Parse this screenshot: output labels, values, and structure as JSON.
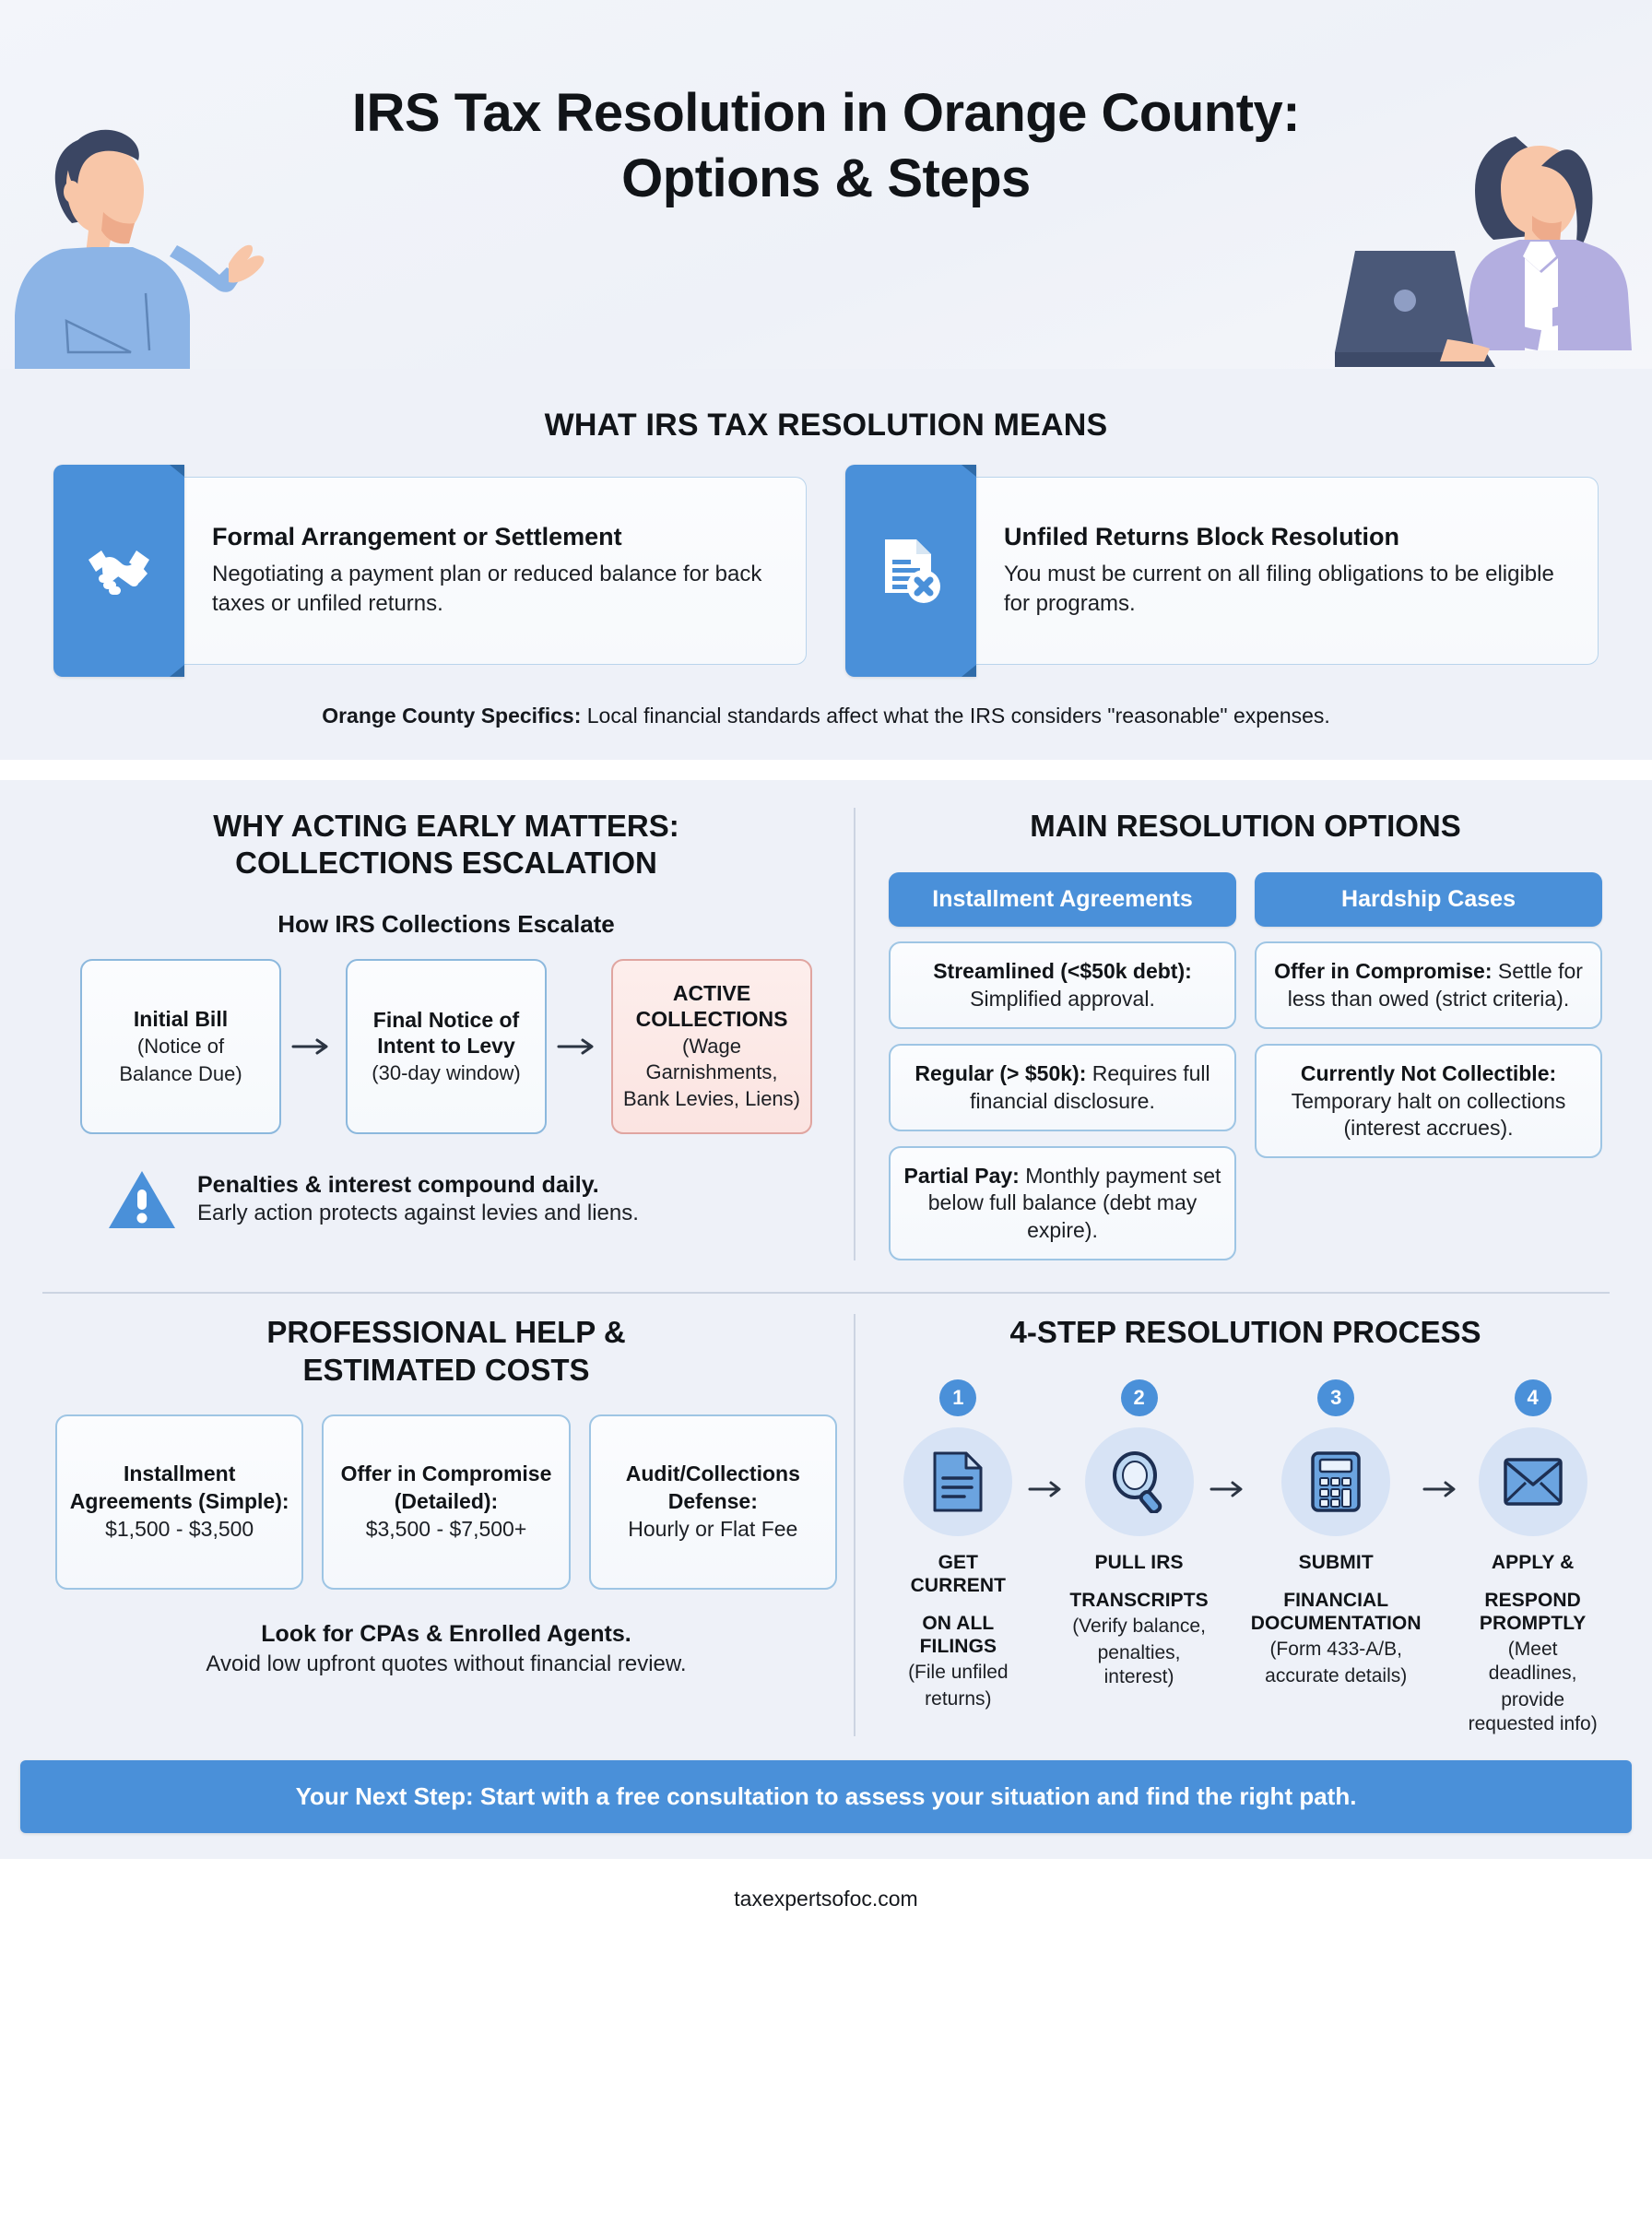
{
  "header": {
    "title_line1": "IRS Tax Resolution in Orange County:",
    "title_line2": "Options & Steps",
    "left_illustration": "man-pointing-illustration",
    "right_illustration": "woman-with-laptop-illustration"
  },
  "section_means": {
    "title": "WHAT IRS TAX RESOLUTION MEANS",
    "cards": [
      {
        "icon": "handshake-icon",
        "heading": "Formal Arrangement or Settlement",
        "body": "Negotiating a payment plan or reduced balance for back taxes or unfiled returns."
      },
      {
        "icon": "document-x-icon",
        "heading": "Unfiled Returns Block Resolution",
        "body": "You must be current on all filing obligations to be eligible for programs."
      }
    ],
    "note_bold": "Orange County Specifics:",
    "note_rest": " Local financial standards affect what the IRS considers \"reasonable\" expenses."
  },
  "section_early": {
    "title_line1": "WHY ACTING EARLY MATTERS:",
    "title_line2": "COLLECTIONS ESCALATION",
    "subtitle": "How IRS Collections Escalate",
    "flow": [
      {
        "bold": "Initial Bill",
        "sub_line1": "(Notice of",
        "sub_line2": "Balance Due)",
        "variant": "normal"
      },
      {
        "bold": "Final Notice of Intent to Levy",
        "sub_line1": "(30-day window)",
        "sub_line2": "",
        "variant": "normal"
      },
      {
        "bold": "ACTIVE COLLECTIONS",
        "sub_line1": "(Wage Garnishments,",
        "sub_line2": "Bank Levies, Liens)",
        "variant": "danger"
      }
    ],
    "warning_icon": "warning-triangle-icon",
    "warning_bold": "Penalties & interest compound daily.",
    "warning_text": "Early action protects against levies and liens."
  },
  "section_options": {
    "title": "MAIN RESOLUTION OPTIONS",
    "columns": [
      {
        "head": "Installment Agreements",
        "items": [
          {
            "bold": "Streamlined (<$50k debt):",
            "rest": " Simplified approval."
          },
          {
            "bold": "Regular (> $50k):",
            "rest": " Requires full financial disclosure."
          },
          {
            "bold": "Partial Pay:",
            "rest": " Monthly payment set below full balance (debt may expire)."
          }
        ]
      },
      {
        "head": "Hardship Cases",
        "items": [
          {
            "bold": "Offer in Compromise:",
            "rest": " Settle for less than owed (strict criteria)."
          },
          {
            "bold": "Currently Not Collectible:",
            "rest": " Temporary halt on collections (interest accrues)."
          }
        ]
      }
    ]
  },
  "section_costs": {
    "title_line1": "PROFESSIONAL HELP &",
    "title_line2": "ESTIMATED COSTS",
    "cards": [
      {
        "bold": "Installment Agreements (Simple):",
        "value": "$1,500 - $3,500"
      },
      {
        "bold": "Offer in Compromise (Detailed):",
        "value": "$3,500 - $7,500+"
      },
      {
        "bold": "Audit/Collections Defense:",
        "value": "Hourly or Flat Fee"
      }
    ],
    "note_bold": "Look for CPAs & Enrolled Agents.",
    "note_text": "Avoid low upfront quotes without financial review."
  },
  "section_process": {
    "title": "4-STEP RESOLUTION PROCESS",
    "steps": [
      {
        "num": "1",
        "icon": "document-icon",
        "label_line1": "GET CURRENT",
        "label_line2": "ON ALL FILINGS",
        "sub_line1": "(File unfiled",
        "sub_line2": "returns)"
      },
      {
        "num": "2",
        "icon": "magnifier-icon",
        "label_line1": "PULL IRS",
        "label_line2": "TRANSCRIPTS",
        "sub_line1": "(Verify balance,",
        "sub_line2": "penalties, interest)"
      },
      {
        "num": "3",
        "icon": "calculator-icon",
        "label_line1": "SUBMIT",
        "label_line2": "FINANCIAL DOCUMENTATION",
        "sub_line1": "(Form 433-A/B,",
        "sub_line2": "accurate details)"
      },
      {
        "num": "4",
        "icon": "envelope-icon",
        "label_line1": "APPLY &",
        "label_line2": "RESPOND PROMPTLY",
        "sub_line1": "(Meet deadlines,",
        "sub_line2": "provide requested info)"
      }
    ]
  },
  "footer": {
    "cta": "Your Next Step: Start with a free consultation to assess your situation and find the right path.",
    "url": "taxexpertsofoc.com"
  },
  "colors": {
    "accent_blue": "#4a90d9",
    "page_bg": "#eef1f8",
    "danger_bg": "#fbe4e1",
    "danger_border": "#e0a5a0",
    "card_border": "#9ec5e4",
    "text_dark": "#111418"
  }
}
